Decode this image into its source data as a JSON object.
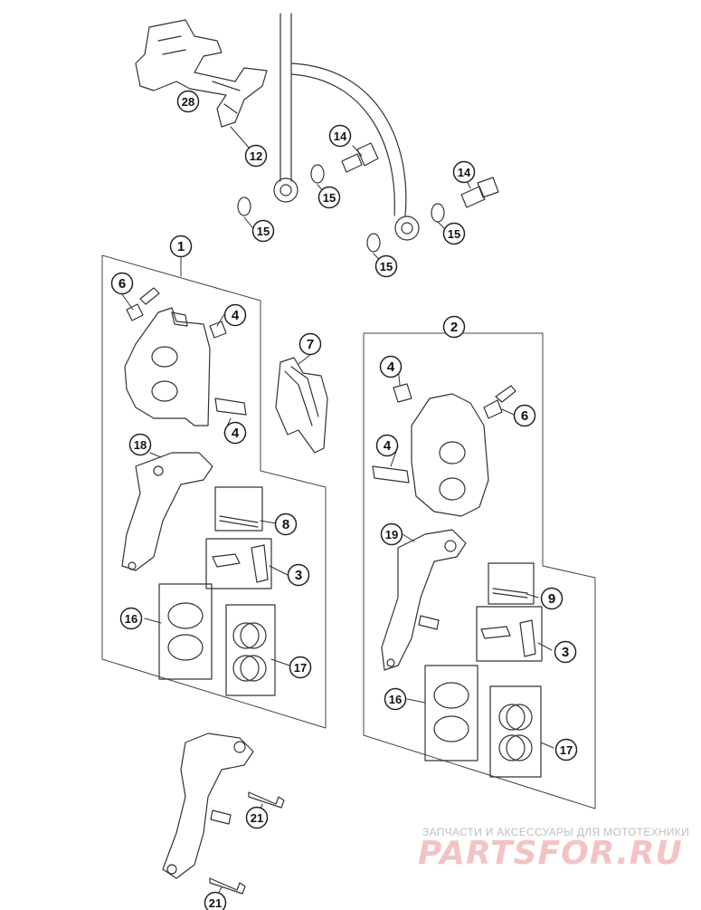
{
  "callouts": [
    {
      "id": "c28a",
      "label": "28"
    },
    {
      "id": "c12a",
      "label": "12"
    },
    {
      "id": "c14a",
      "label": "14"
    },
    {
      "id": "c15a",
      "label": "15"
    },
    {
      "id": "c15b",
      "label": "15"
    },
    {
      "id": "c14b",
      "label": "14"
    },
    {
      "id": "c15c",
      "label": "15"
    },
    {
      "id": "c15d",
      "label": "15"
    },
    {
      "id": "c1",
      "label": "1"
    },
    {
      "id": "c6a",
      "label": "6"
    },
    {
      "id": "c4a",
      "label": "4"
    },
    {
      "id": "c7",
      "label": "7"
    },
    {
      "id": "c4b",
      "label": "4"
    },
    {
      "id": "c18",
      "label": "18"
    },
    {
      "id": "c8",
      "label": "8"
    },
    {
      "id": "c3a",
      "label": "3"
    },
    {
      "id": "c16a",
      "label": "16"
    },
    {
      "id": "c17a",
      "label": "17"
    },
    {
      "id": "c2",
      "label": "2"
    },
    {
      "id": "c4c",
      "label": "4"
    },
    {
      "id": "c6b",
      "label": "6"
    },
    {
      "id": "c4d",
      "label": "4"
    },
    {
      "id": "c19",
      "label": "19"
    },
    {
      "id": "c9",
      "label": "9"
    },
    {
      "id": "c3b",
      "label": "3"
    },
    {
      "id": "c16b",
      "label": "16"
    },
    {
      "id": "c17b",
      "label": "17"
    },
    {
      "id": "c21a",
      "label": "21"
    },
    {
      "id": "c21b",
      "label": "21"
    }
  ],
  "watermark": {
    "tagline": "ЗАПЧАСТИ И АКСЕССУАРЫ ДЛЯ МОТОТЕХНИКИ",
    "logo": "PARTSFOR.RU",
    "logo_color": "#f3c3c3"
  }
}
